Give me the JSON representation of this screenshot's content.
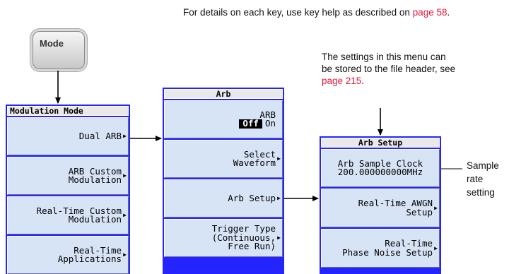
{
  "notes": {
    "top_text": "For details on each key, use key help as described on ",
    "top_link": "page 58",
    "top_period": ".",
    "right_text": "The settings in this menu can be stored to the file header, see ",
    "right_link": "page 215",
    "right_period": ".",
    "sample_line1": "Sample",
    "sample_line2": "rate",
    "sample_line3": "setting"
  },
  "mode_button": {
    "label": "Mode"
  },
  "modulation_panel": {
    "title": "Modulation Mode",
    "keys": [
      {
        "line1": "Dual ARB",
        "line2": ""
      },
      {
        "line1": "ARB Custom",
        "line2": "Modulation"
      },
      {
        "line1": "Real-Time Custom",
        "line2": "Modulation"
      },
      {
        "line1": "Real-Time",
        "line2": "Applications"
      }
    ]
  },
  "arb_panel": {
    "title": "Arb",
    "arb_toggle": {
      "label": "ARB",
      "off": "Off",
      "on": "On"
    },
    "keys": [
      {
        "line1": "Select",
        "line2": "Waveform"
      },
      {
        "line1": "Arb Setup",
        "line2": ""
      },
      {
        "line1": "Trigger Type",
        "line2": "(Continuous,",
        "line3": "Free Run)"
      }
    ]
  },
  "arb_setup_panel": {
    "title": "Arb Setup",
    "sample_clock": {
      "line1": "Arb Sample Clock",
      "line2": "200.000000000MHz"
    },
    "keys": [
      {
        "line1": "Real-Time AWGN",
        "line2": "Setup"
      },
      {
        "line1": "Real-Time",
        "line2": "Phase Noise Setup"
      }
    ]
  }
}
